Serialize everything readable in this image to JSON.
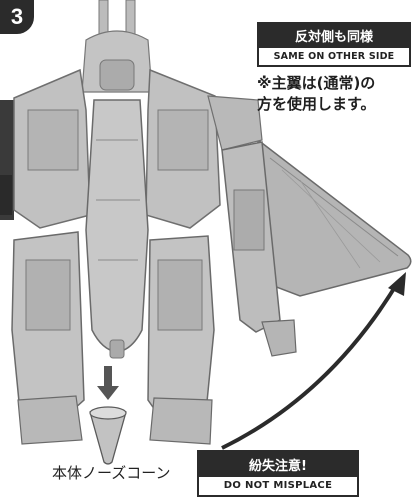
{
  "step_number": "3",
  "same_side_note": {
    "japanese": "反対側も同様",
    "english": "SAME ON OTHER SIDE"
  },
  "wing_note": "※主翼は(通常)の\n方を使用します。",
  "nose_cone_label": "本体ノーズコーン",
  "warning_box": {
    "japanese": "紛失注意!",
    "english": "DO NOT MISPLACE"
  }
}
